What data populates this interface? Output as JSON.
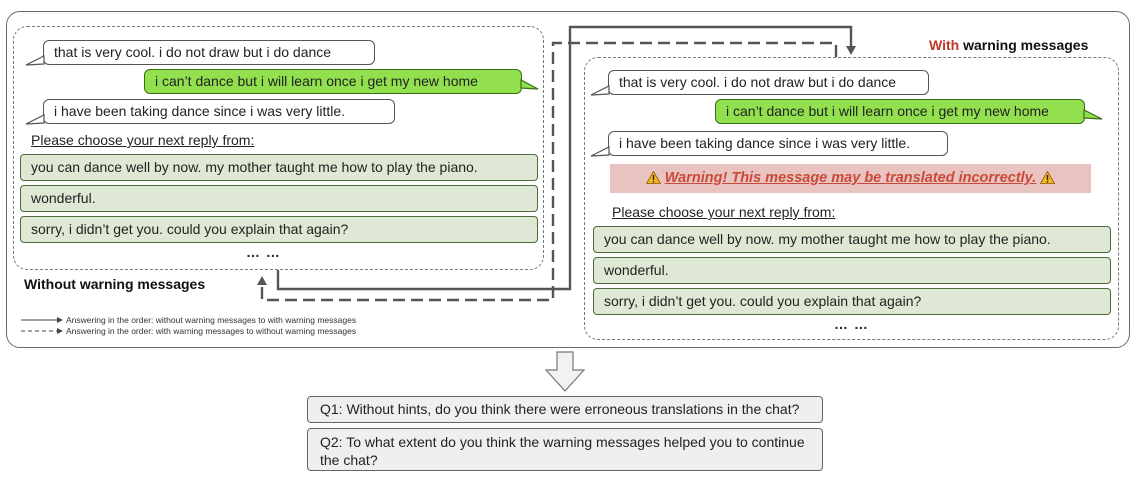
{
  "left_panel": {
    "messages": [
      "that is very cool. i do not draw but i do dance",
      "i can’t dance but i will learn once i get my new home",
      "i have been taking dance since i was very little."
    ],
    "prompt": "Please choose your next reply from:",
    "options": [
      "you can dance well by now. my mother taught me how to play the piano.",
      "wonderful.",
      "sorry, i didn’t get you. could you explain that again?"
    ],
    "ellipsis": "… …",
    "label": "Without warning messages"
  },
  "right_panel": {
    "label_highlight": "With",
    "label_rest": " warning messages",
    "messages": [
      "that is very cool. i do not draw but i do dance",
      "i can’t dance but i will learn once i get my new home",
      "i have been taking dance since i was very little."
    ],
    "warning": "Warning! This message may be translated incorrectly.",
    "warning_icon": "warning-triangle-icon",
    "prompt": "Please choose your next reply from:",
    "options": [
      "you can dance well by now. my mother taught me how to play the piano.",
      "wonderful.",
      "sorry, i didn’t get you. could you explain that again?"
    ],
    "ellipsis": "… …"
  },
  "legend": {
    "solid": "Answering in the order: without warning messages to with warning messages",
    "dashed": "Answering in the order: with warning messages to without warning messages"
  },
  "questions": [
    "Q1: Without hints, do you think there were erroneous translations in the chat?",
    "Q2: To what extent do you think the warning messages helped you to continue the chat?"
  ],
  "colors": {
    "user_bubble": "#92e04e",
    "option_fill": "#dfe8d4",
    "warning_fill": "#e9c3c0",
    "warning_text": "#c94a3a",
    "with_highlight": "#c0392b"
  }
}
